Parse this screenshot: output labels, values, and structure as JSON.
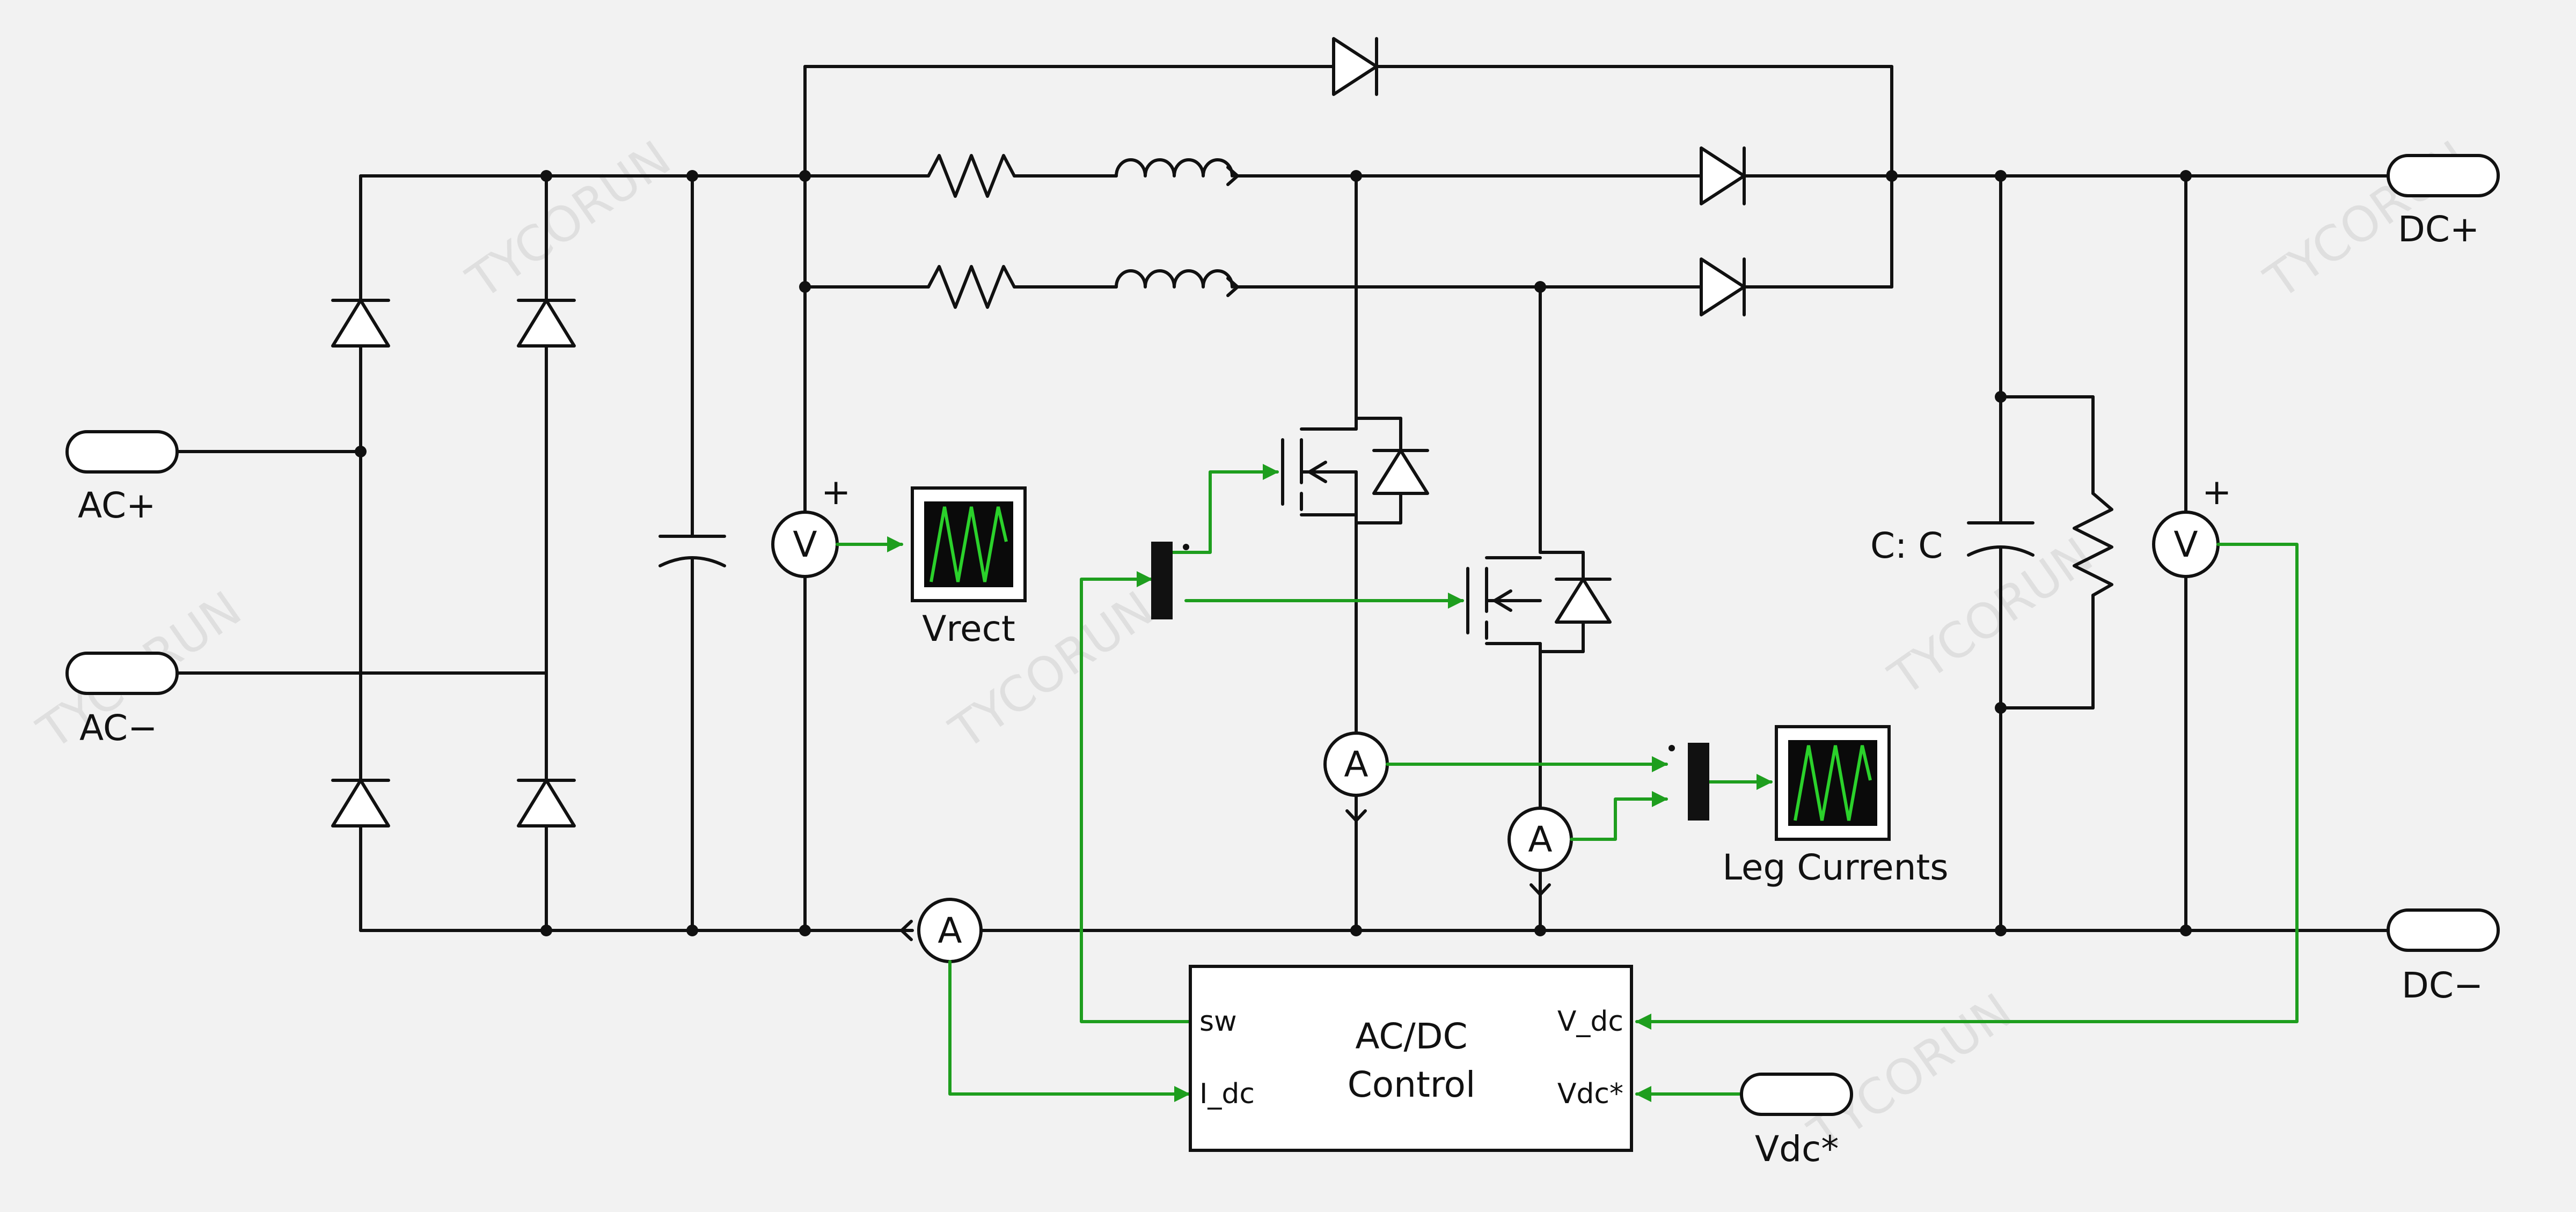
{
  "ports": {
    "ac_plus": "AC+",
    "ac_minus": "AC−",
    "dc_plus": "DC+",
    "dc_minus": "DC−",
    "vdc_ref": "Vdc*"
  },
  "meters": {
    "voltmeter_symbol": "V",
    "ammeter_symbol": "A",
    "polarity_mark": "+"
  },
  "scopes": {
    "rectifier_scope": "Vrect",
    "leg_scope": "Leg Currents"
  },
  "capacitor_label": "C: C",
  "control_block": {
    "title_line1": "AC/DC",
    "title_line2": "Control",
    "in_sw": "sw",
    "in_idc": "I_dc",
    "in_vdc": "V_dc",
    "in_vdc_ref": "Vdc*"
  },
  "watermark": "TYCORUN",
  "colors": {
    "wire": "#111111",
    "signal": "#1e9e1e",
    "scope_screen": "#0a0a0a",
    "scope_trace": "#2bd12b"
  }
}
